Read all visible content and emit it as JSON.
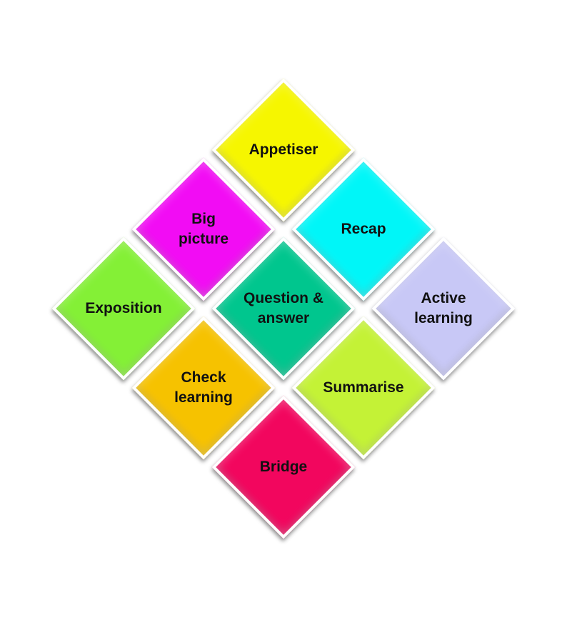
{
  "tiles": [
    {
      "id": "appetiser",
      "label": "Appetiser",
      "color": "#f6f600"
    },
    {
      "id": "big-picture",
      "label": "Big\npicture",
      "color": "#f20cf4"
    },
    {
      "id": "recap",
      "label": "Recap",
      "color": "#00f6f8"
    },
    {
      "id": "exposition",
      "label": "Exposition",
      "color": "#84f036"
    },
    {
      "id": "question-answer",
      "label": "Question &\nanswer",
      "color": "#00c68e"
    },
    {
      "id": "active-learning",
      "label": "Active\nlearning",
      "color": "#c8c8f6"
    },
    {
      "id": "check-learning",
      "label": "Check\nlearning",
      "color": "#f6c200"
    },
    {
      "id": "summarise",
      "label": "Summarise",
      "color": "#c4f236"
    },
    {
      "id": "bridge",
      "label": "Bridge",
      "color": "#f2065e"
    }
  ]
}
